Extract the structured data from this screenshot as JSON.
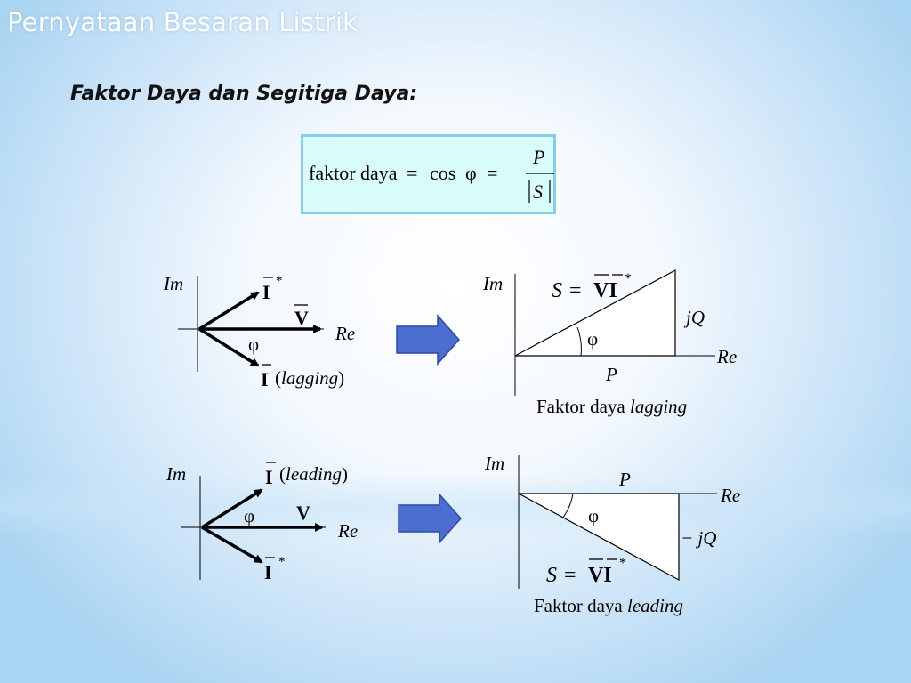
{
  "slide": {
    "title": "Pernyataan Besaran Listrik",
    "subtitle": "Faktor Daya dan Segitiga Daya:"
  },
  "formula": {
    "lhs": "faktor daya",
    "equals": "=",
    "cos": "cos",
    "phi": "φ",
    "numerator": "P",
    "denominator": "S"
  },
  "lagging_phasor": {
    "im": "Im",
    "re": "Re",
    "i_conj": "I",
    "star": "*",
    "v": "V",
    "phi": "φ",
    "i": "I",
    "paren_open": "(",
    "note": "lagging",
    "paren_close": ")"
  },
  "lagging_triangle": {
    "im": "Im",
    "re": "Re",
    "s": "S",
    "eq": "=",
    "vi": "VI",
    "star": "*",
    "jq": "jQ",
    "phi": "φ",
    "p": "P",
    "caption_main": "Faktor daya ",
    "caption_italic": "lagging"
  },
  "leading_phasor": {
    "im": "Im",
    "re": "Re",
    "i": "I",
    "paren_open": "(",
    "note": "leading",
    "paren_close": ")",
    "phi": "φ",
    "v": "V",
    "i_conj": "I",
    "star": "*"
  },
  "leading_triangle": {
    "im": "Im",
    "re": "Re",
    "p": "P",
    "phi": "φ",
    "neg_jq": "− jQ",
    "s": "S",
    "eq": "=",
    "vi": "VI",
    "star": "*",
    "caption_main": "Faktor daya ",
    "caption_italic": "leading"
  },
  "colors": {
    "arrow_fill": "#4a6fd0",
    "arrow_stroke": "#2d4aa0",
    "box_border": "#86ccec",
    "box_fill": "#d8fcfc"
  }
}
